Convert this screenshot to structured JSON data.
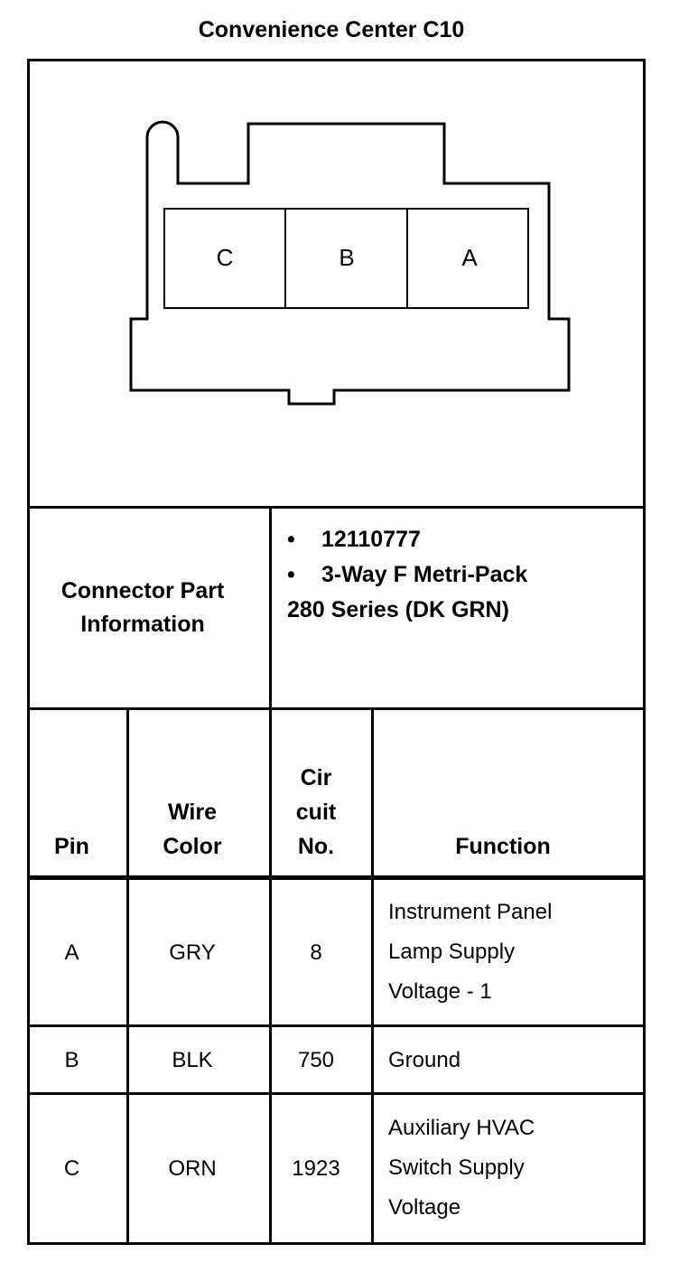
{
  "title": "Convenience Center C10",
  "connector": {
    "cavities": [
      "C",
      "B",
      "A"
    ]
  },
  "part_info": {
    "label_line1": "Connector Part",
    "label_line2": "Information",
    "bullet": "•",
    "items": [
      "12110777",
      "3-Way F Metri-Pack"
    ],
    "continuation": "280 Series (DK GRN)"
  },
  "table": {
    "headers": {
      "pin": "Pin",
      "wire_color_1": "Wire",
      "wire_color_2": "Color",
      "circuit_1": "Cir",
      "circuit_2": "cuit",
      "circuit_3": "No.",
      "function": "Function"
    },
    "rows": [
      {
        "pin": "A",
        "wire_color": "GRY",
        "circuit": "8",
        "function": [
          "Instrument Panel",
          "Lamp Supply",
          "Voltage - 1"
        ]
      },
      {
        "pin": "B",
        "wire_color": "BLK",
        "circuit": "750",
        "function": [
          "Ground"
        ]
      },
      {
        "pin": "C",
        "wire_color": "ORN",
        "circuit": "1923",
        "function": [
          "Auxiliary HVAC",
          "Switch Supply",
          "Voltage"
        ]
      }
    ]
  }
}
